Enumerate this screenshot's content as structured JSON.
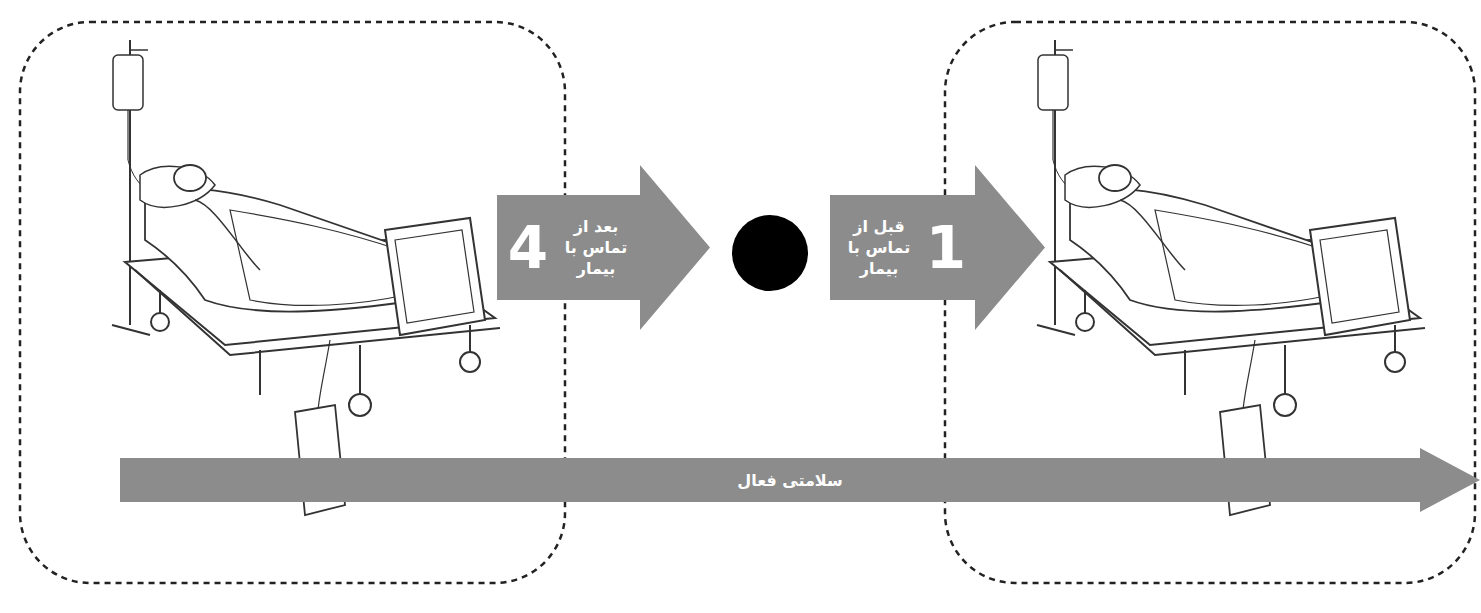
{
  "diagram": {
    "nodes": [
      {
        "text": [
          "4",
          "بعد از تماس با بیمار"
        ]
      },
      {
        "text": [
          "1",
          "قبل از تماس با بیمار"
        ]
      },
      {
        "text": [
          "سلامتی فعال"
        ]
      }
    ]
  }
}
